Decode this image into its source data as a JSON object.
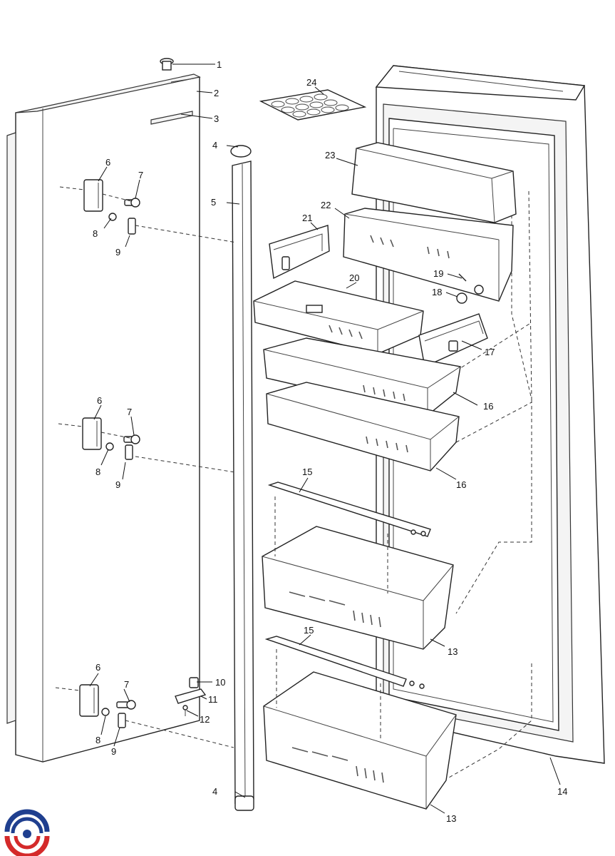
{
  "diagram": {
    "callouts": [
      {
        "id": "c1",
        "label": "1"
      },
      {
        "id": "c2",
        "label": "2"
      },
      {
        "id": "c3",
        "label": "3"
      },
      {
        "id": "c4a",
        "label": "4"
      },
      {
        "id": "c4b",
        "label": "4"
      },
      {
        "id": "c5",
        "label": "5"
      },
      {
        "id": "c6a",
        "label": "6"
      },
      {
        "id": "c6b",
        "label": "6"
      },
      {
        "id": "c6c",
        "label": "6"
      },
      {
        "id": "c7a",
        "label": "7"
      },
      {
        "id": "c7b",
        "label": "7"
      },
      {
        "id": "c7c",
        "label": "7"
      },
      {
        "id": "c8a",
        "label": "8"
      },
      {
        "id": "c8b",
        "label": "8"
      },
      {
        "id": "c8c",
        "label": "8"
      },
      {
        "id": "c9a",
        "label": "9"
      },
      {
        "id": "c9b",
        "label": "9"
      },
      {
        "id": "c9c",
        "label": "9"
      },
      {
        "id": "c10",
        "label": "10"
      },
      {
        "id": "c11",
        "label": "11"
      },
      {
        "id": "c12",
        "label": "12"
      },
      {
        "id": "c13a",
        "label": "13"
      },
      {
        "id": "c13b",
        "label": "13"
      },
      {
        "id": "c14",
        "label": "14"
      },
      {
        "id": "c15a",
        "label": "15"
      },
      {
        "id": "c15b",
        "label": "15"
      },
      {
        "id": "c16a",
        "label": "16"
      },
      {
        "id": "c16b",
        "label": "16"
      },
      {
        "id": "c17",
        "label": "17"
      },
      {
        "id": "c18",
        "label": "18"
      },
      {
        "id": "c19",
        "label": "19"
      },
      {
        "id": "c20",
        "label": "20"
      },
      {
        "id": "c21",
        "label": "21"
      },
      {
        "id": "c22",
        "label": "22"
      },
      {
        "id": "c23",
        "label": "23"
      },
      {
        "id": "c24",
        "label": "24"
      }
    ]
  },
  "logo": {
    "colors": [
      "#1f3f8f",
      "#d42a2a"
    ]
  }
}
